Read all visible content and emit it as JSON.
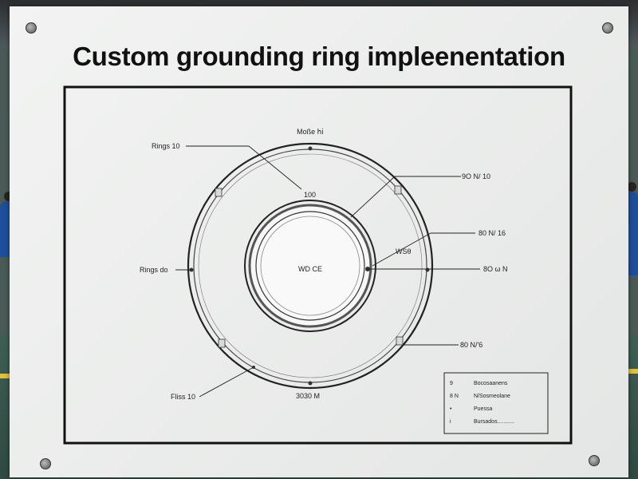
{
  "title": "Custom grounding ring impleenentation",
  "labels": {
    "top_note": "Moße 𝗁𝗂",
    "ring_left_top": "Rings 10",
    "inner_tag": "100",
    "right_1": "9O Ν/ 10",
    "right_2": "80 Ν/ 16",
    "mid_tag": "WSθ",
    "right_3": "8O ω Ν",
    "right_4": "80 Ν/'6",
    "left_mid": "Rings do",
    "center": "WD CE",
    "bottom_left": "Fliss 10",
    "bottom_center": "3030 M"
  },
  "legend": [
    {
      "symbol": "9",
      "text": "Bocosaanens"
    },
    {
      "symbol": "8 N",
      "text": "N/Sosmeolane"
    },
    {
      "symbol": "•",
      "text": "Puessa"
    },
    {
      "symbol": "i",
      "text": "Bursados..........."
    }
  ]
}
